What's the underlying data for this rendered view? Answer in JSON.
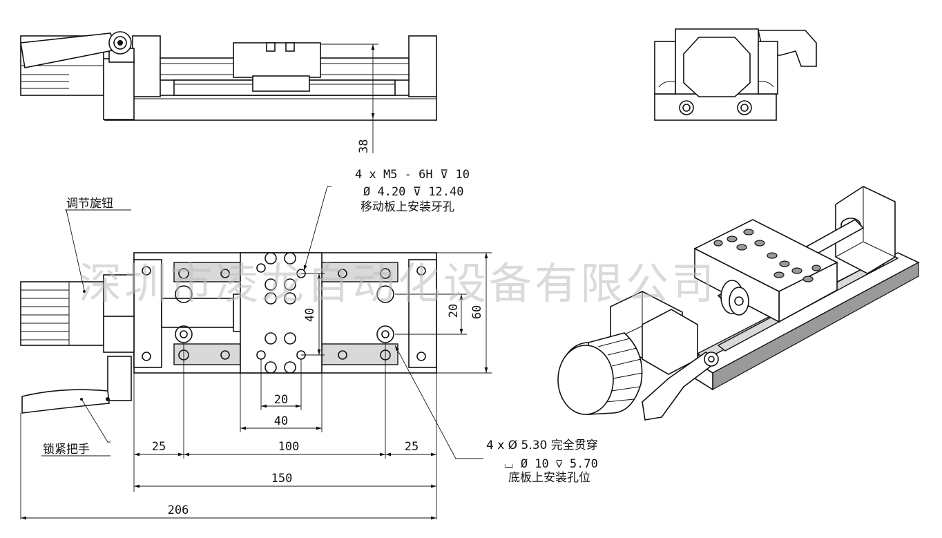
{
  "labels": {
    "knob": "调节旋钮",
    "handle": "锁紧把手",
    "top_hole_line1": "4 x  M5 - 6H ⊽ 10",
    "top_hole_line2": "Ø 4.20 ⊽ 12.40",
    "top_hole_line3": "移动板上安装牙孔",
    "base_hole_line1": "4 x Ø 5.30 完全贯穿",
    "base_hole_line2": "⌴ Ø 10 ⊽ 5.70",
    "base_hole_line3": "底板上安装孔位"
  },
  "dimensions": {
    "height_38": "38",
    "v_40": "40",
    "v_20": "20",
    "v_60": "60",
    "h_20": "20",
    "h_40": "40",
    "h_25_left": "25",
    "h_100": "100",
    "h_25_right": "25",
    "h_150": "150",
    "h_206": "206"
  },
  "watermark": "深圳市凌龙自动化设备有限公司"
}
